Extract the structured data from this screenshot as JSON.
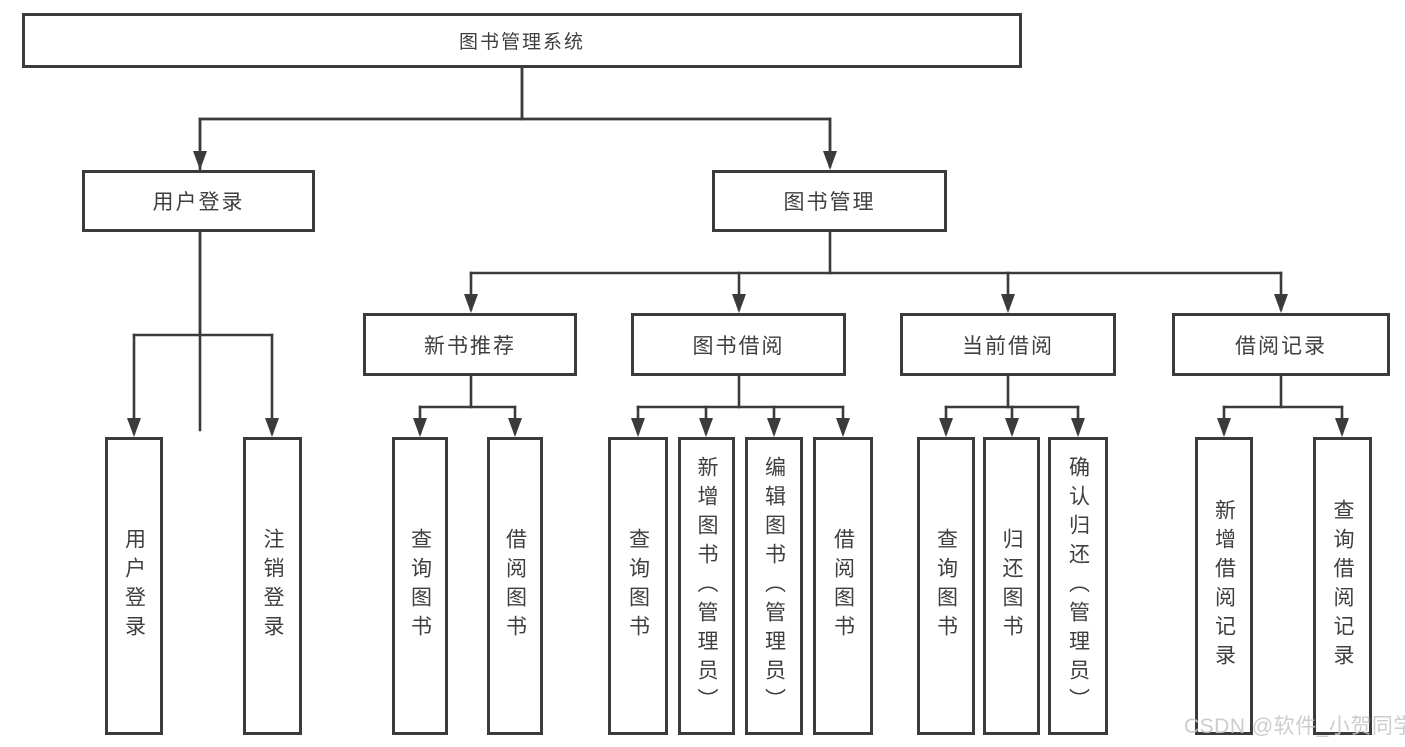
{
  "colors": {
    "line": "#3b3b3b",
    "text": "#3f3f3f",
    "watermark": "#c8c8c8",
    "background": "#ffffff"
  },
  "watermark": {
    "text": "CSDN @软件_小贺同学"
  },
  "diagram": {
    "root": {
      "label": "图书管理系统"
    },
    "level2": [
      {
        "label": "用户登录",
        "children": [
          "用户登录",
          "注销登录"
        ]
      },
      {
        "label": "图书管理",
        "modules": [
          {
            "label": "新书推荐",
            "children": [
              "查询图书",
              "借阅图书"
            ]
          },
          {
            "label": "图书借阅",
            "children": [
              "查询图书",
              "新增图书（管理员）",
              "编辑图书（管理员）",
              "借阅图书"
            ]
          },
          {
            "label": "当前借阅",
            "children": [
              "查询图书",
              "归还图书",
              "确认归还（管理员）"
            ]
          },
          {
            "label": "借阅记录",
            "children": [
              "新增借阅记录",
              "查询借阅记录"
            ]
          }
        ]
      }
    ]
  }
}
